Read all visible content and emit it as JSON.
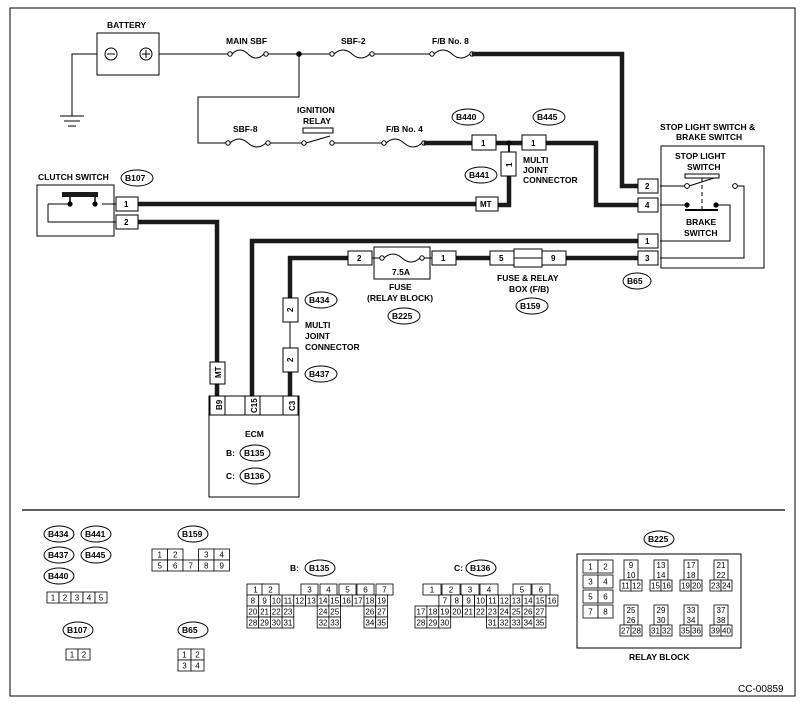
{
  "diagram_code": "CC-00859",
  "components": {
    "battery": "BATTERY",
    "main_sbf": "MAIN SBF",
    "sbf2": "SBF-2",
    "fb8": "F/B No. 8",
    "sbf8": "SBF-8",
    "ignition_relay_1": "IGNITION",
    "ignition_relay_2": "RELAY",
    "fb4": "F/B No. 4",
    "clutch_switch": "CLUTCH SWITCH",
    "multi_joint_1": "MULTI",
    "multi_joint_2": "JOINT",
    "multi_joint_3": "CONNECTOR",
    "stop_switch_title_1": "STOP LIGHT SWITCH &",
    "stop_switch_title_2": "BRAKE SWITCH",
    "stop_light_switch_1": "STOP LIGHT",
    "stop_light_switch_2": "SWITCH",
    "brake_switch_1": "BRAKE",
    "brake_switch_2": "SWITCH",
    "fuse_rating": "7.5A",
    "fuse_1": "FUSE",
    "fuse_2": "(RELAY BLOCK)",
    "fuse_relay_1": "FUSE & RELAY",
    "fuse_relay_2": "BOX (F/B)",
    "ecm": "ECM",
    "ecm_b_prefix": "B:",
    "ecm_c_prefix": "C:",
    "mt": "MT",
    "relay_block": "RELAY BLOCK"
  },
  "connectors": {
    "b107": "B107",
    "b440": "B440",
    "b445": "B445",
    "b441": "B441",
    "b434": "B434",
    "b437": "B437",
    "b225": "B225",
    "b159": "B159",
    "b65": "B65",
    "b135": "B135",
    "b136": "B136"
  },
  "pins": {
    "cs1": "1",
    "cs2": "2",
    "b440": "1",
    "b445": "1",
    "b441": "1",
    "s2": "2",
    "s4": "4",
    "s1": "1",
    "s3": "3",
    "fuse_in": "2",
    "fuse_out": "1",
    "fb_in": "5",
    "fb_out": "9",
    "mj_top": "2",
    "mj_bot": "2",
    "ecm_b9": "B9",
    "ecm_c15": "C15",
    "ecm_c3": "C3"
  },
  "legend": {
    "b_prefix": "B:",
    "c_prefix": "C:",
    "multi_joint_rows": [
      "1",
      "2",
      "3",
      "4",
      "5"
    ],
    "b107_cells": [
      "1",
      "2"
    ],
    "b159_cells": [
      "1",
      "2",
      "",
      "3",
      "4",
      "5",
      "6",
      "7",
      "8",
      "9"
    ],
    "b65_cells": [
      "1",
      "2",
      "3",
      "4"
    ],
    "b135_rows": [
      [
        "1",
        "2",
        "",
        "",
        "3",
        "4",
        "5",
        "6",
        "7"
      ],
      [
        "8",
        "9",
        "10",
        "11",
        "12",
        "13",
        "14",
        "15",
        "16",
        "17",
        "18",
        "19"
      ],
      [
        "20",
        "21",
        "22",
        "23",
        "",
        "",
        "24",
        "25",
        "",
        "",
        "26",
        "27"
      ],
      [
        "28",
        "29",
        "30",
        "31",
        "",
        "",
        "32",
        "33",
        "",
        "",
        "34",
        "35"
      ]
    ],
    "b136_rows": [
      [
        "",
        "1",
        "2",
        "3",
        "4",
        "",
        "5",
        "6"
      ],
      [
        "",
        "7",
        "8",
        "9",
        "10",
        "11",
        "12",
        "13",
        "14",
        "15",
        "16"
      ],
      [
        "17",
        "18",
        "19",
        "20",
        "21",
        "22",
        "23",
        "24",
        "25",
        "26",
        "27"
      ],
      [
        "28",
        "29",
        "30",
        "",
        "",
        "",
        "31",
        "32",
        "33",
        "34",
        "35"
      ]
    ],
    "relay_pairs": [
      [
        "1",
        "2"
      ],
      [
        "3",
        "4"
      ],
      [
        "5",
        "6"
      ],
      [
        "7",
        "8"
      ]
    ],
    "relay_groups": [
      [
        "9",
        "10",
        "11",
        "12"
      ],
      [
        "13",
        "14",
        "15",
        "16"
      ],
      [
        "17",
        "18",
        "19",
        "20"
      ],
      [
        "21",
        "22",
        "23",
        "24"
      ],
      [
        "25",
        "26",
        "27",
        "28"
      ],
      [
        "29",
        "30",
        "31",
        "32"
      ],
      [
        "33",
        "34",
        "35",
        "36"
      ],
      [
        "37",
        "38",
        "39",
        "40"
      ]
    ]
  }
}
